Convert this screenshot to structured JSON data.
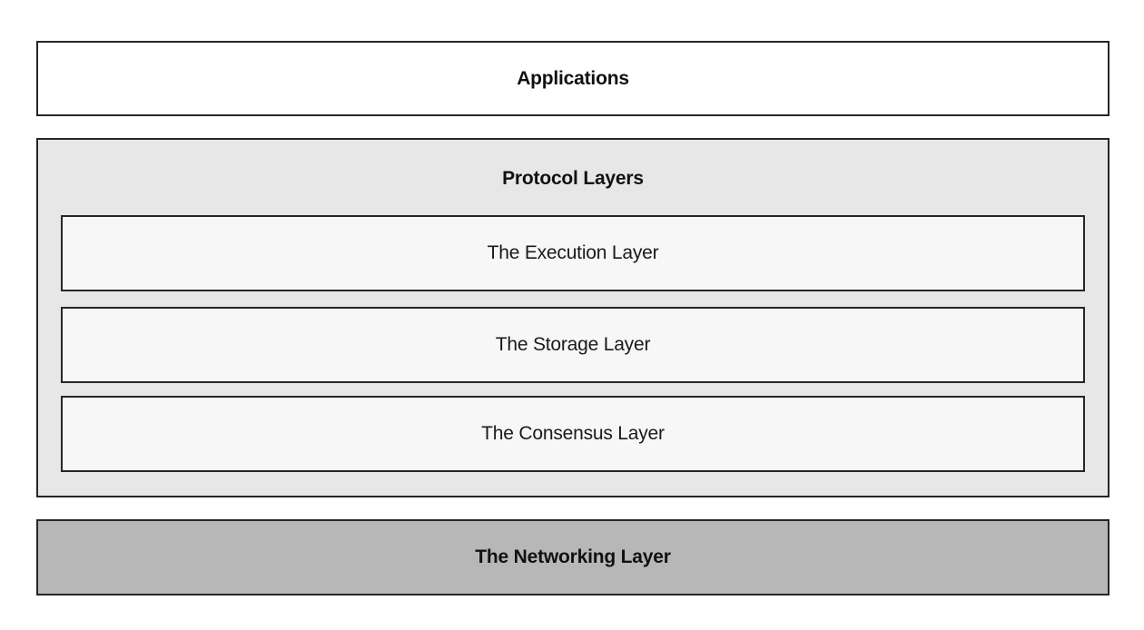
{
  "diagram": {
    "applications": {
      "label": "Applications"
    },
    "protocol": {
      "title": "Protocol Layers",
      "layers": [
        {
          "label": "The Execution Layer"
        },
        {
          "label": "The Storage Layer"
        },
        {
          "label": "The Consensus Layer"
        }
      ]
    },
    "networking": {
      "label": "The Networking Layer"
    }
  },
  "colors": {
    "border": "#262626",
    "protocol_bg": "#e7e7e7",
    "inner_bg": "#f7f7f7",
    "networking_bg": "#b7b7b7",
    "text": "#111111",
    "bg": "#ffffff"
  }
}
